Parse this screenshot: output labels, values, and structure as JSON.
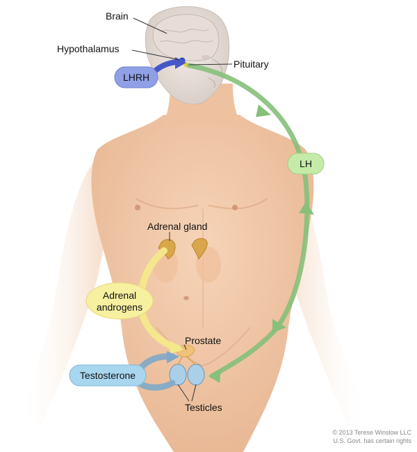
{
  "labels": {
    "brain": "Brain",
    "hypothalamus": "Hypothalamus",
    "pituitary": "Pituitary",
    "adrenal_gland": "Adrenal gland",
    "prostate": "Prostate",
    "testicles": "Testicles"
  },
  "hormones": {
    "lhrh": "LHRH",
    "lh": "LH",
    "adrenal_androgens_line1": "Adrenal",
    "adrenal_androgens_line2": "androgens",
    "testosterone": "Testosterone"
  },
  "credit": {
    "line1": "© 2013 Terese Winslow LLC",
    "line2": "U.S. Govt. has certain rights"
  },
  "colors": {
    "skin": "#f2c9a8",
    "skin_shadow": "#e3ad88",
    "lhrh_pill": "#8fa0e6",
    "lhrh_arrow": "#4657c9",
    "lh_pill": "#c6eaa8",
    "lh_arrow": "#86c07a",
    "adrenal_pill": "#f7f0a0",
    "adrenal_arrow": "#f3e98a",
    "testosterone_pill": "#a9d6ef",
    "testosterone_arrow": "#7fa9c8",
    "gland": "#d9a64a"
  }
}
